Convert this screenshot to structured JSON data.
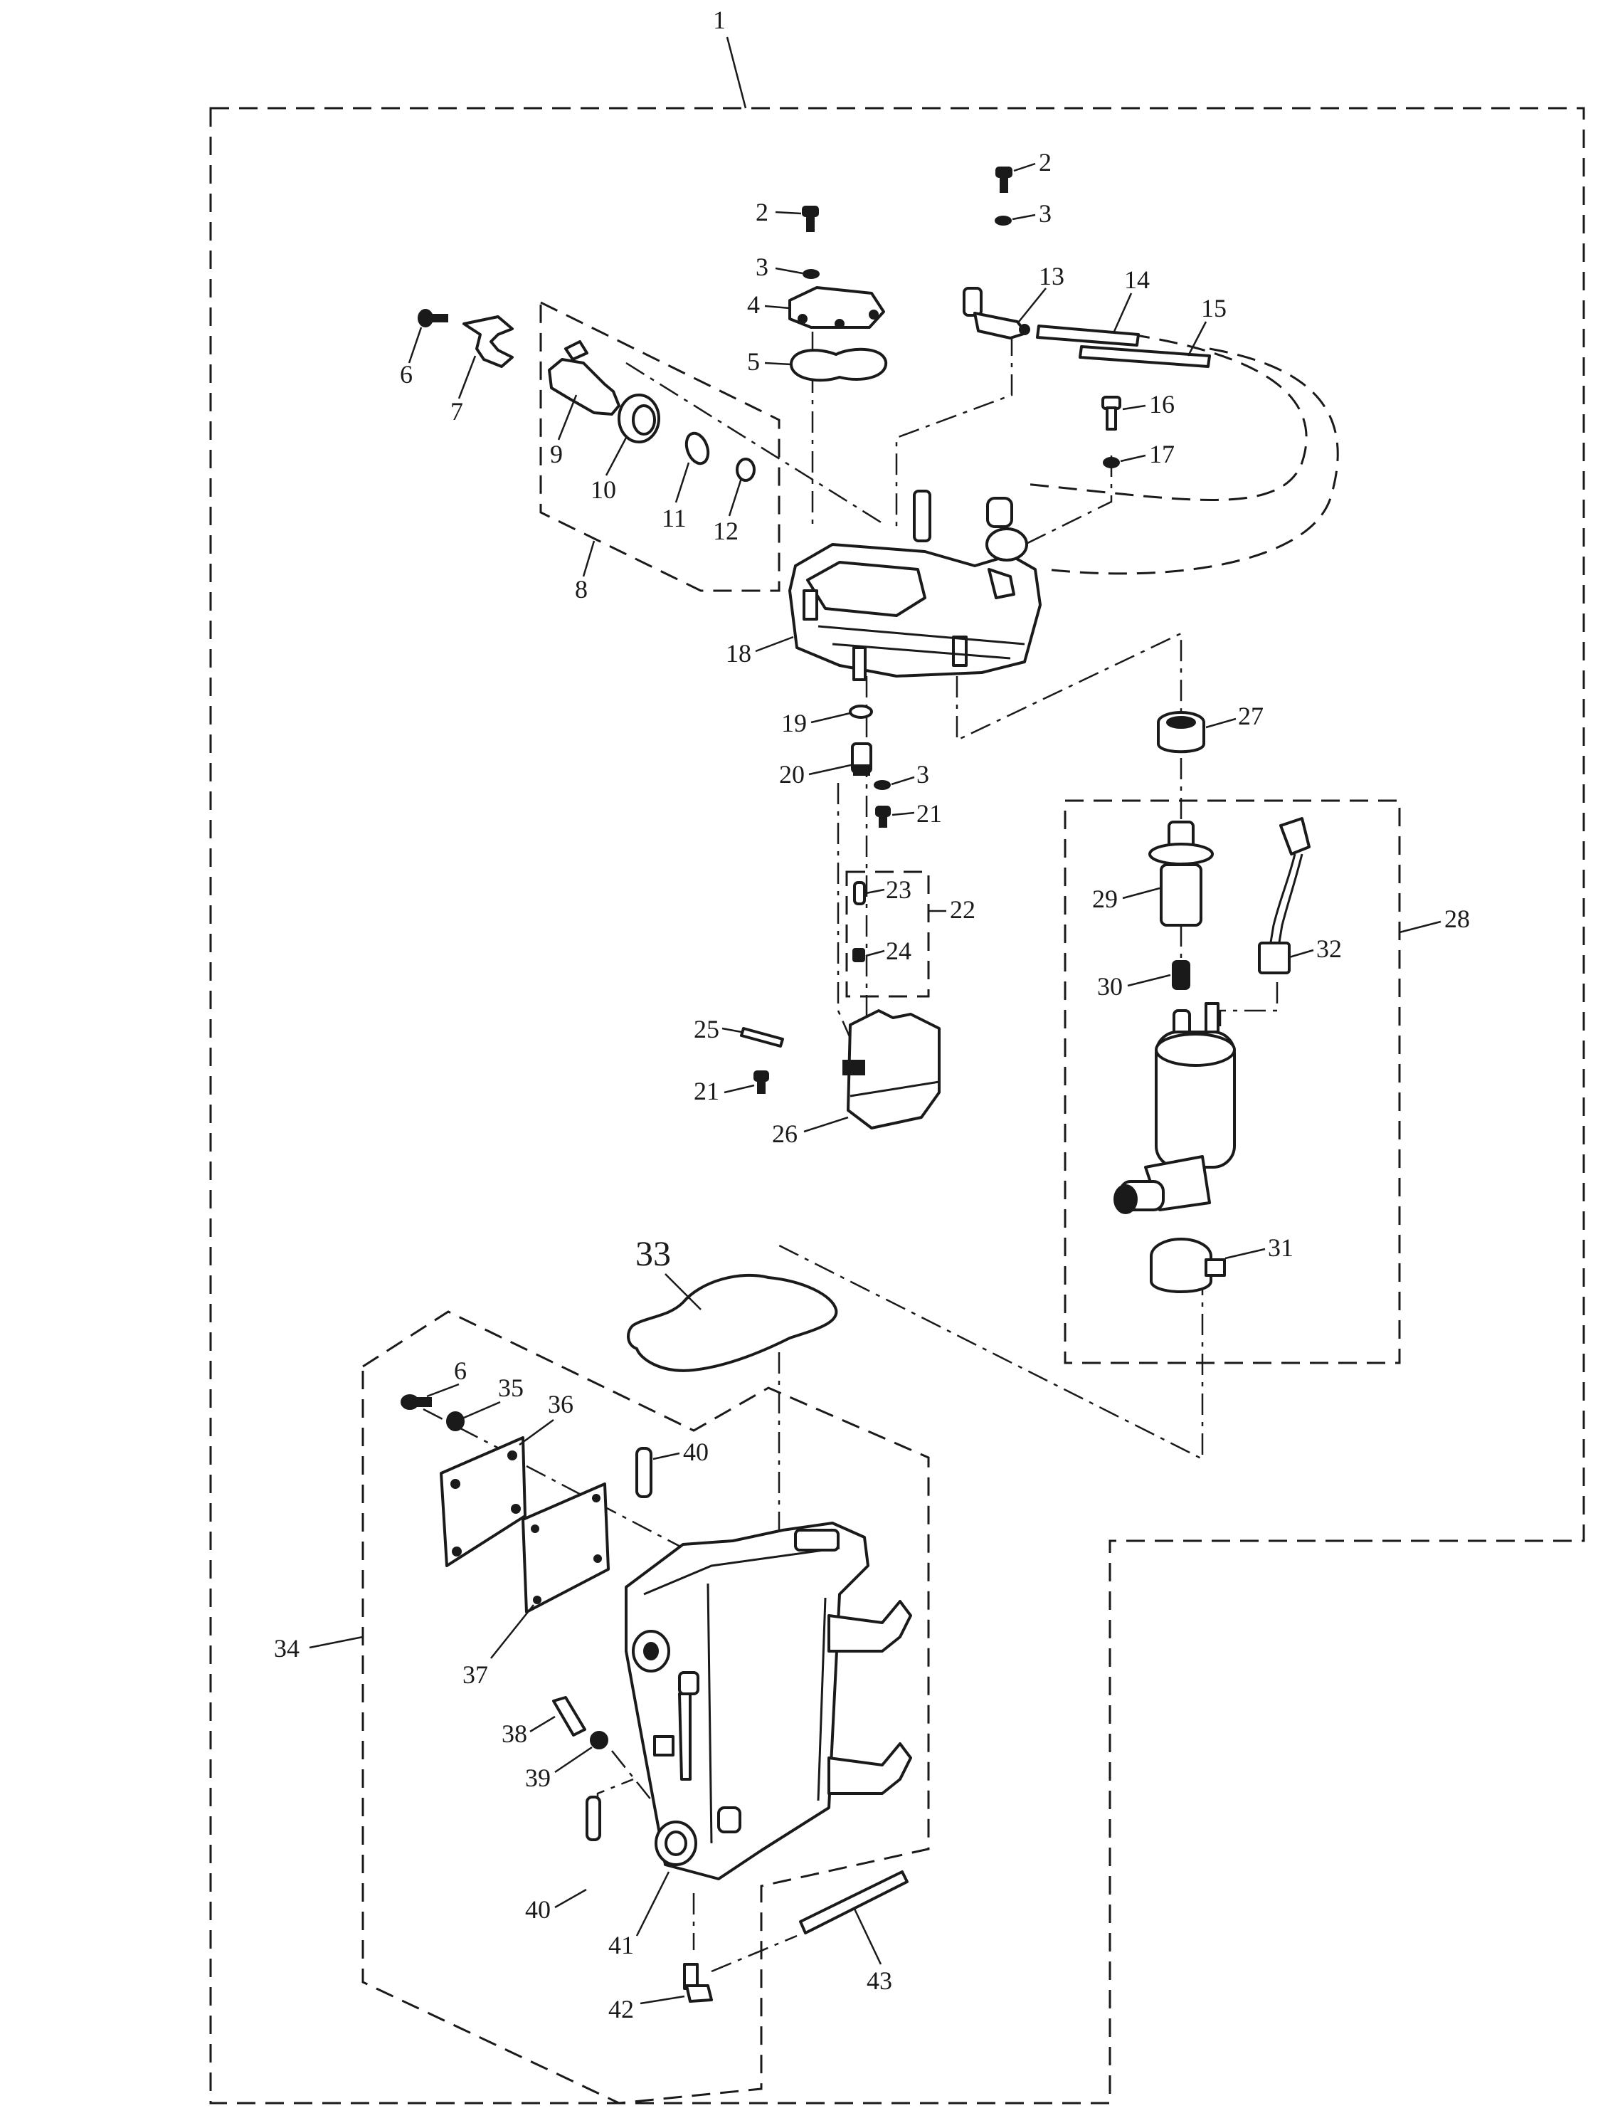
{
  "labels": {
    "l1": "1",
    "l2a": "2",
    "l2b": "2",
    "l3a": "3",
    "l3b": "3",
    "l3c": "3",
    "l4": "4",
    "l5": "5",
    "l6a": "6",
    "l6b": "6",
    "l7": "7",
    "l8": "8",
    "l9": "9",
    "l10": "10",
    "l11": "11",
    "l12": "12",
    "l13": "13",
    "l14": "14",
    "l15": "15",
    "l16": "16",
    "l17": "17",
    "l18": "18",
    "l19": "19",
    "l20": "20",
    "l21a": "21",
    "l21b": "21",
    "l22": "22",
    "l23": "23",
    "l24": "24",
    "l25": "25",
    "l26": "26",
    "l27": "27",
    "l28": "28",
    "l29": "29",
    "l30": "30",
    "l31": "31",
    "l32": "32",
    "l33": "33",
    "l34": "34",
    "l35": "35",
    "l36": "36",
    "l37": "37",
    "l38": "38",
    "l39": "39",
    "l40a": "40",
    "l40b": "40",
    "l41": "41",
    "l42": "42",
    "l43": "43"
  }
}
